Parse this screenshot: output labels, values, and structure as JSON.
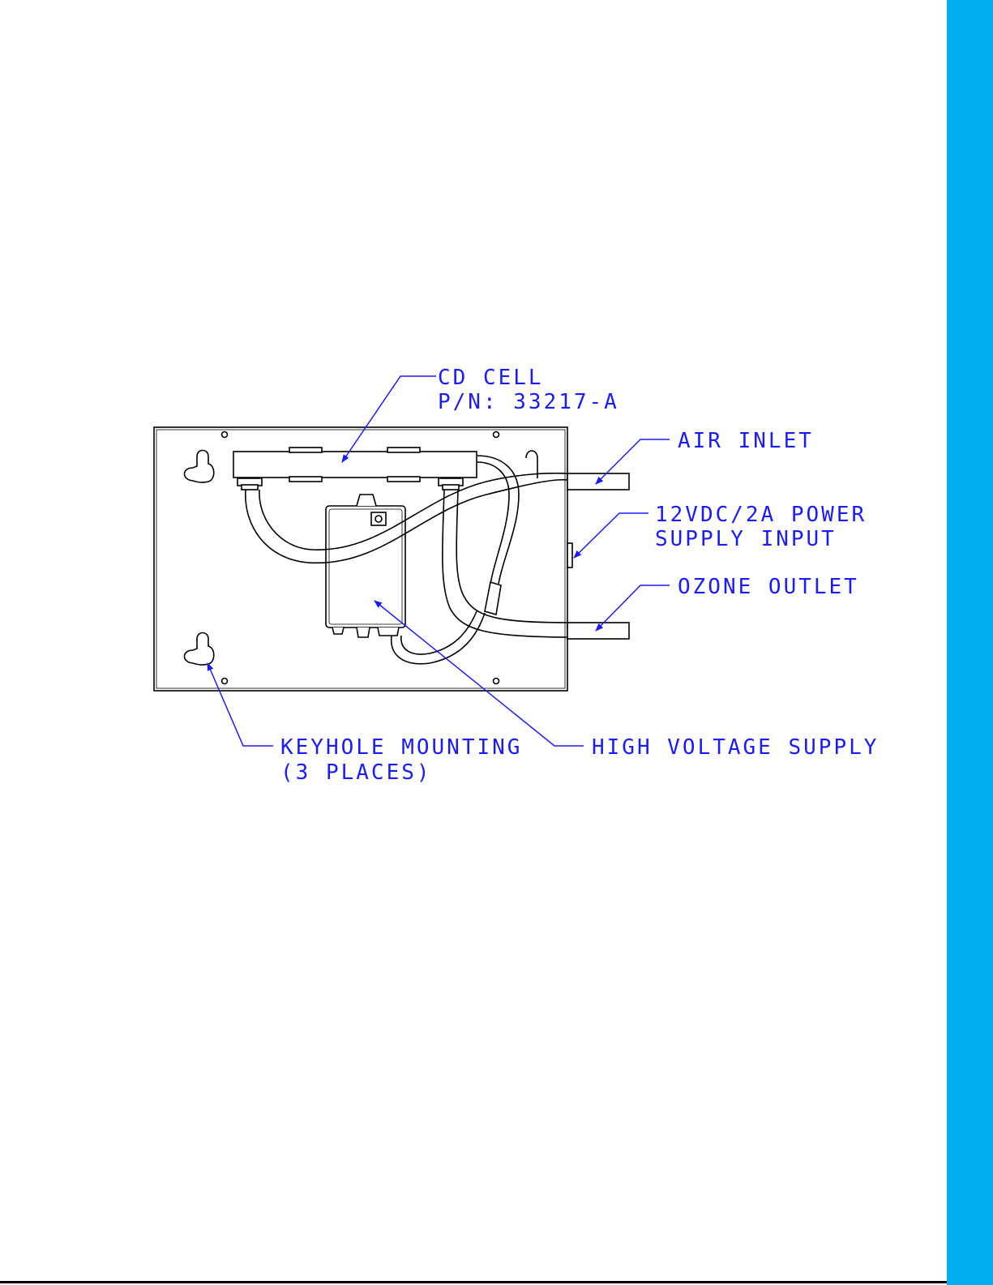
{
  "colors": {
    "label_blue": "#1a1aff",
    "side_bar": "#00aeef",
    "line": "#000000",
    "background": "#ffffff"
  },
  "labels": {
    "cd_cell_line1": "CD CELL",
    "cd_cell_line2": "P/N: 33217-A",
    "air_inlet": "AIR INLET",
    "power_line1": "12VDC/2A POWER",
    "power_line2": "SUPPLY INPUT",
    "ozone_outlet": "OZONE OUTLET",
    "keyhole_line1": "KEYHOLE MOUNTING",
    "keyhole_line2": "(3 PLACES)",
    "high_voltage": "HIGH VOLTAGE SUPPLY"
  }
}
